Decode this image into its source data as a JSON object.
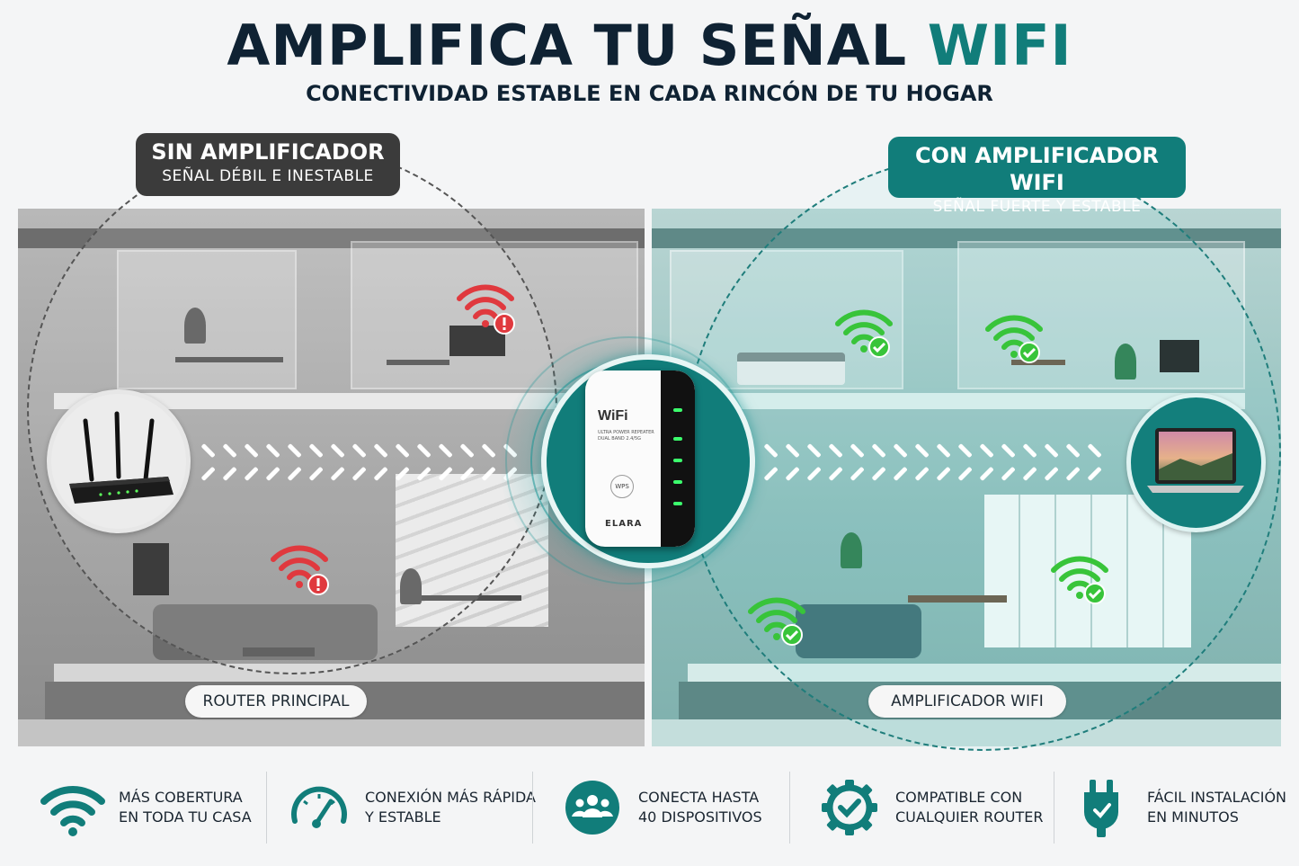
{
  "title": {
    "main": "AMPLIFICA TU SEÑAL",
    "accent": "WIFI"
  },
  "subtitle": "CONECTIVIDAD ESTABLE EN CADA RINCÓN DE TU HOGAR",
  "left_panel": {
    "header_title": "SIN AMPLIFICADOR",
    "header_subtitle": "SEÑAL DÉBIL E INESTABLE",
    "label": "ROUTER PRINCIPAL"
  },
  "right_panel": {
    "header_title": "CON AMPLIFICADOR WIFI",
    "header_subtitle": "SEÑAL FUERTE Y ESTABLE",
    "label": "AMPLIFICADOR WIFI"
  },
  "device": {
    "wifi_text": "WiFi",
    "small_text": "ULTRA POWER REPEATER DUAL BAND 2.4/5G",
    "wps_text": "WPS",
    "brand": "ELARA"
  },
  "colors": {
    "dark": "#0f2233",
    "accent": "#117d7a",
    "weak": "#e0393e",
    "strong": "#38c43a"
  },
  "features": [
    {
      "icon": "wifi-icon",
      "line1": "MÁS COBERTURA",
      "line2": "EN TODA TU CASA"
    },
    {
      "icon": "speedometer-icon",
      "line1": "CONEXIÓN MÁS RÁPIDA",
      "line2": "Y ESTABLE"
    },
    {
      "icon": "users-icon",
      "line1": "CONECTA HASTA",
      "line2": "40 DISPOSITIVOS"
    },
    {
      "icon": "gear-check-icon",
      "line1": "COMPATIBLE CON",
      "line2": "CUALQUIER ROUTER"
    },
    {
      "icon": "plug-icon",
      "line1": "FÁCIL INSTALACIÓN",
      "line2": "EN MINUTOS"
    }
  ]
}
